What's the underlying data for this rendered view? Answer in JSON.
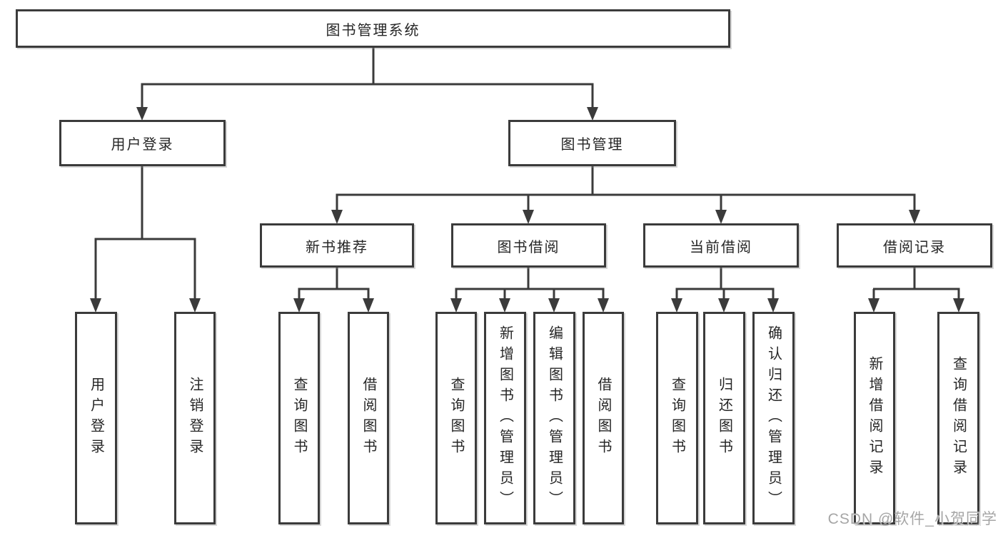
{
  "nodes": {
    "root": "图书管理系统",
    "level2": [
      "用户登录",
      "图书管理"
    ],
    "level3": [
      "新书推荐",
      "图书借阅",
      "当前借阅",
      "借阅记录"
    ],
    "user_login_children": [
      "用户登录",
      "注销登录"
    ],
    "new_book_children": [
      "查询图书",
      "借阅图书"
    ],
    "book_borrow_children": [
      "查询图书",
      "新增图书（管理员）",
      "编辑图书（管理员）",
      "借阅图书"
    ],
    "current_borrow_children": [
      "查询图书",
      "归还图书",
      "确认归还（管理员）"
    ],
    "record_children": [
      "新增借阅记录",
      "查询借阅记录"
    ]
  },
  "watermark": "CSDN @软件_小贺同学",
  "colors": {
    "line": "#3b3b3b",
    "border": "#3b3b3b",
    "text": "#262626",
    "background": "#ffffff",
    "watermark": "#a6a6a6"
  }
}
